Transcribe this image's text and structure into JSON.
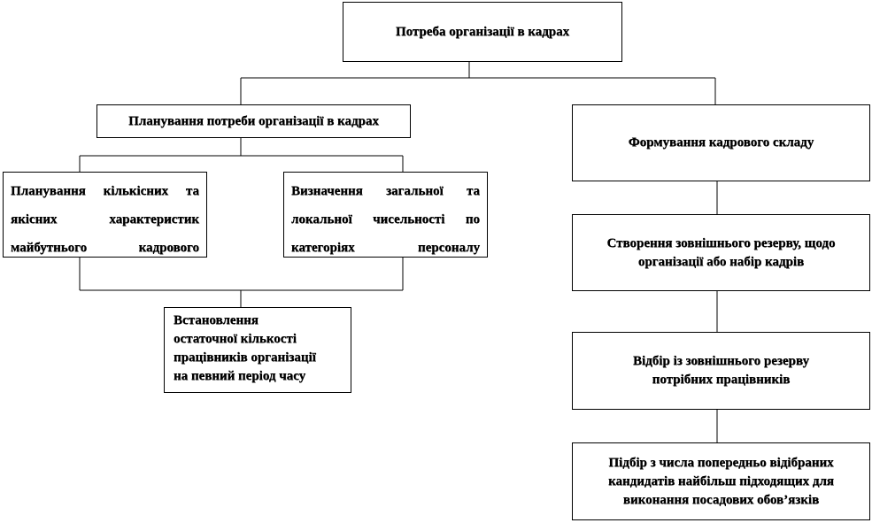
{
  "diagram": {
    "root": "Потреба організації в кадрах",
    "left_branch": {
      "title": "Планування потреби організації в кадрах",
      "child_a_lines": [
        "Планування кількісних та",
        "якісних характеристик",
        "майбутнього кадрового"
      ],
      "child_b_lines": [
        "Визначення загальної та",
        "локальної чисельності по",
        "категоріях персоналу"
      ],
      "result_lines": [
        "Встановлення",
        "остаточної кількості",
        "працівників організації",
        "на певний період часу"
      ]
    },
    "right_branch": {
      "title": "Формування кадрового складу",
      "step1_lines": [
        "Створення зовнішнього резерву, щодо",
        "організації або набір кадрів"
      ],
      "step2_lines": [
        "Відбір із зовнішнього резерву",
        "потрібних працівників"
      ],
      "step3_lines": [
        "Підбір з числа попередньо відібраних",
        "кандидатів найбільш підходящих для",
        "виконання посадових обов’язків"
      ]
    }
  }
}
